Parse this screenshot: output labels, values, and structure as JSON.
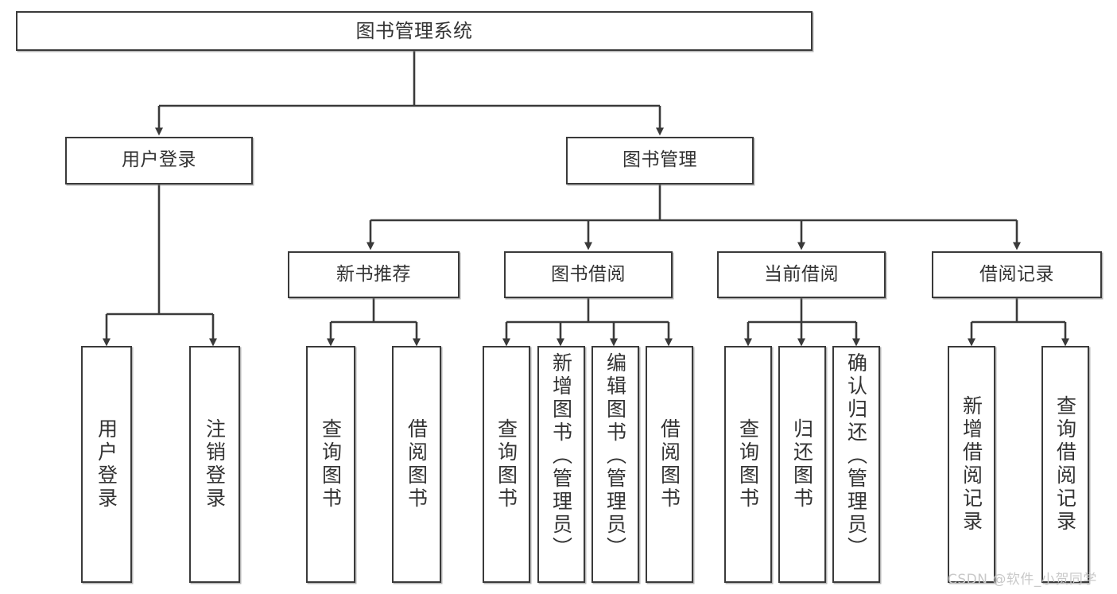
{
  "diagram": {
    "title": "图书管理系统",
    "type": "hierarchy-tree",
    "root": {
      "label": "图书管理系统"
    },
    "level2": [
      {
        "label": "用户登录"
      },
      {
        "label": "图书管理"
      }
    ],
    "level3": [
      {
        "label": "新书推荐"
      },
      {
        "label": "图书借阅"
      },
      {
        "label": "当前借阅"
      },
      {
        "label": "借阅记录"
      }
    ],
    "leaves": {
      "user_login": [
        {
          "label": "用户登录"
        },
        {
          "label": "注销登录"
        }
      ],
      "new_book_recommend": [
        {
          "label": "查询图书"
        },
        {
          "label": "借阅图书"
        }
      ],
      "book_borrow": [
        {
          "label": "查询图书"
        },
        {
          "label": "新增图书（管理员）"
        },
        {
          "label": "编辑图书（管理员）"
        },
        {
          "label": "借阅图书"
        }
      ],
      "current_borrow": [
        {
          "label": "查询图书"
        },
        {
          "label": "归还图书"
        },
        {
          "label": "确认归还（管理员）"
        }
      ],
      "borrow_record": [
        {
          "label": "新增借阅记录"
        },
        {
          "label": "查询借阅记录"
        }
      ]
    }
  },
  "watermark": {
    "text": "CSDN @软件_小贺同学"
  },
  "colors": {
    "border": "#3a3a3a",
    "text": "#333333",
    "background": "#ffffff",
    "watermark": "#c9c9c9"
  }
}
